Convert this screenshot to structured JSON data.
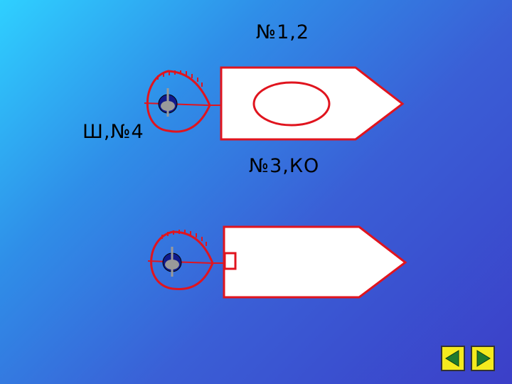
{
  "labels": {
    "top": "№1,2",
    "left": "Ш,№4",
    "middle": "№3,КО"
  },
  "colors": {
    "outline": "#e0141e",
    "fill": "#ffffff",
    "nav_button": "#f4ea1e",
    "knob": "#101a8c"
  },
  "icons": {
    "nav_prev": "triangle-left-icon",
    "nav_next": "triangle-right-icon"
  }
}
